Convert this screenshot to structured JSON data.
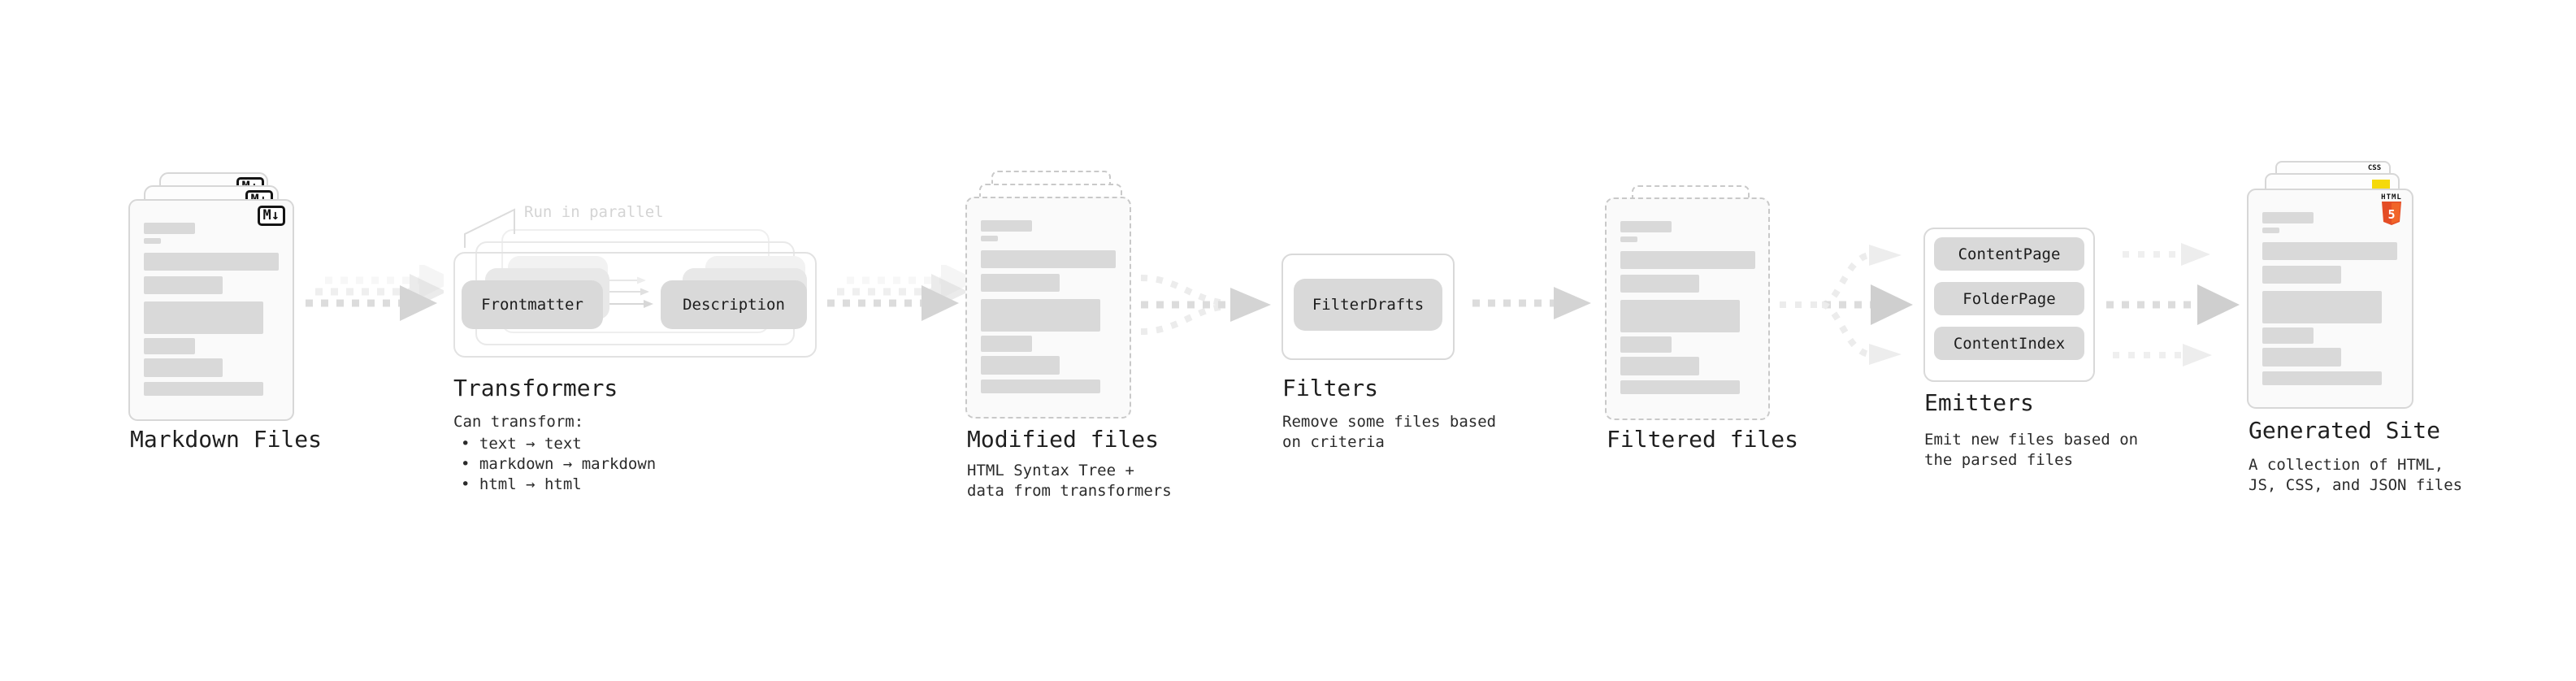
{
  "stages": {
    "markdown": {
      "title": "Markdown Files",
      "badge": "M↓"
    },
    "transformers": {
      "title": "Transformers",
      "annotation": "Run in parallel",
      "nodes": {
        "frontmatter": "Frontmatter",
        "description": "Description"
      },
      "note_heading": "Can transform:",
      "bullets": [
        "text → text",
        "markdown → markdown",
        "html → html"
      ]
    },
    "modified": {
      "title": "Modified files",
      "subtitle": "HTML Syntax Tree +\ndata from transformers"
    },
    "filters": {
      "title": "Filters",
      "subtitle": "Remove some files based\non criteria",
      "nodes": {
        "filter_drafts": "FilterDrafts"
      }
    },
    "filtered": {
      "title": "Filtered files"
    },
    "emitters": {
      "title": "Emitters",
      "subtitle": "Emit new files based on\nthe parsed files",
      "nodes": {
        "content_page": "ContentPage",
        "folder_page": "FolderPage",
        "content_index": "ContentIndex"
      }
    },
    "generated": {
      "title": "Generated Site",
      "subtitle": "A collection of HTML,\nJS, CSS, and JSON files",
      "badges": {
        "html": "HTML",
        "html_number": "5",
        "css": "CSS"
      }
    }
  },
  "colors": {
    "placeholder_bar": "#d9d9d9",
    "pill": "#d9d9d9",
    "text": "#1f1f1f",
    "annotation_muted": "#d4d4d4",
    "arrow": "#dcdcdc",
    "html5_orange": "#e44d26",
    "html5_orange_light": "#f16529",
    "js_yellow": "#f5d90b",
    "css_blue": "#2862e9"
  }
}
